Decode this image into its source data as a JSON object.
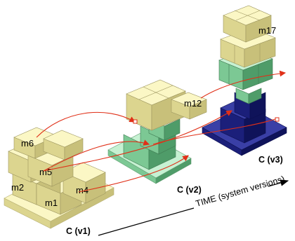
{
  "diagram": {
    "versions": {
      "v1": "C (v1)",
      "v2": "C (v2)",
      "v3": "C (v3)"
    },
    "modules": {
      "m1": "m1",
      "m2": "m2",
      "m4": "m4",
      "m5": "m5",
      "m6": "m6",
      "m12": "m12",
      "m17": "m17"
    },
    "time_axis_label": "TIME (system versions)",
    "colors": {
      "cream_top": "#fbf7c5",
      "cream_left": "#dcd58f",
      "cream_right": "#c8c07a",
      "green_top": "#c6f1d2",
      "green_left": "#7cc894",
      "green_right": "#4f9c69",
      "navy_top": "#3a3fa6",
      "navy_left": "#1b1f7a",
      "navy_right": "#0f135a",
      "arrow": "#e03018"
    }
  }
}
